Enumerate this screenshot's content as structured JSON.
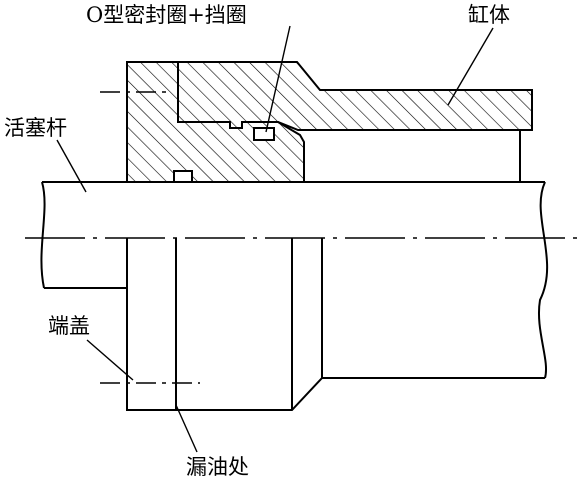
{
  "labels": {
    "seal": "O型密封圈+挡圈",
    "cylinder": "缸体",
    "rod": "活塞杆",
    "end_cap": "端盖",
    "leak": "漏油处"
  }
}
